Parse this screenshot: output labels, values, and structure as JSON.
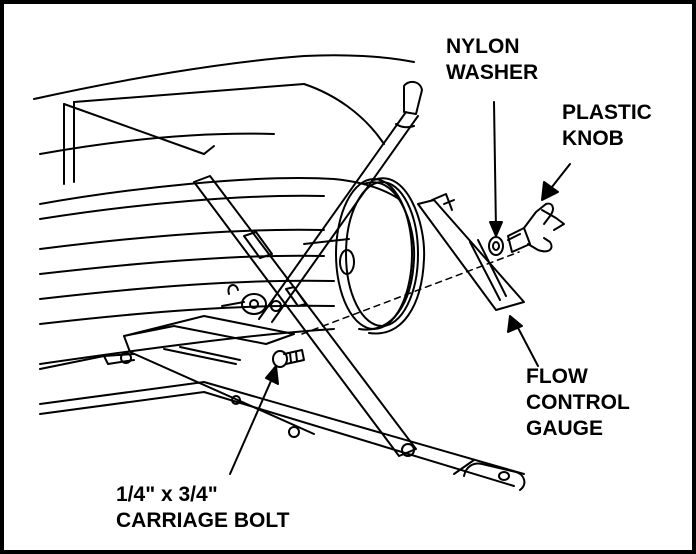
{
  "labels": {
    "nylon_washer": [
      "NYLON",
      "WASHER"
    ],
    "plastic_knob": [
      "PLASTIC",
      "KNOB"
    ],
    "flow_control_gauge": [
      "FLOW",
      "CONTROL",
      "GAUGE"
    ],
    "carriage_bolt": [
      "1/4\" x 3/4\"",
      "CARRIAGE BOLT"
    ]
  },
  "colors": {
    "ink": "#000000",
    "paper": "#ffffff"
  }
}
